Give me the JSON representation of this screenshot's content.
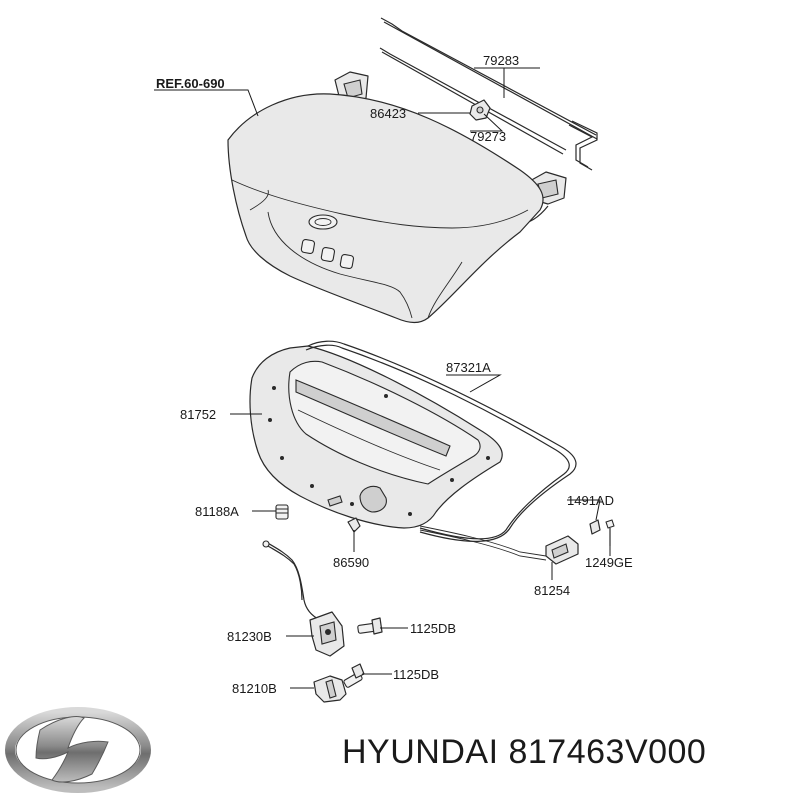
{
  "diagram": {
    "reference": "REF.60-690",
    "labels": {
      "p79283": "79283",
      "p86423": "86423",
      "p79273": "79273",
      "p87321A": "87321A",
      "p81752": "81752",
      "p81188A": "81188A",
      "p1491AD": "1491AD",
      "p86590": "86590",
      "p1249GE": "1249GE",
      "p81254": "81254",
      "p81230B": "81230B",
      "p1125DB_a": "1125DB",
      "p81210B": "81210B",
      "p1125DB_b": "1125DB"
    }
  },
  "footer": {
    "brand": "HYUNDAI",
    "part_number": "817463V000",
    "logo_icon": "hyundai-logo-icon"
  }
}
